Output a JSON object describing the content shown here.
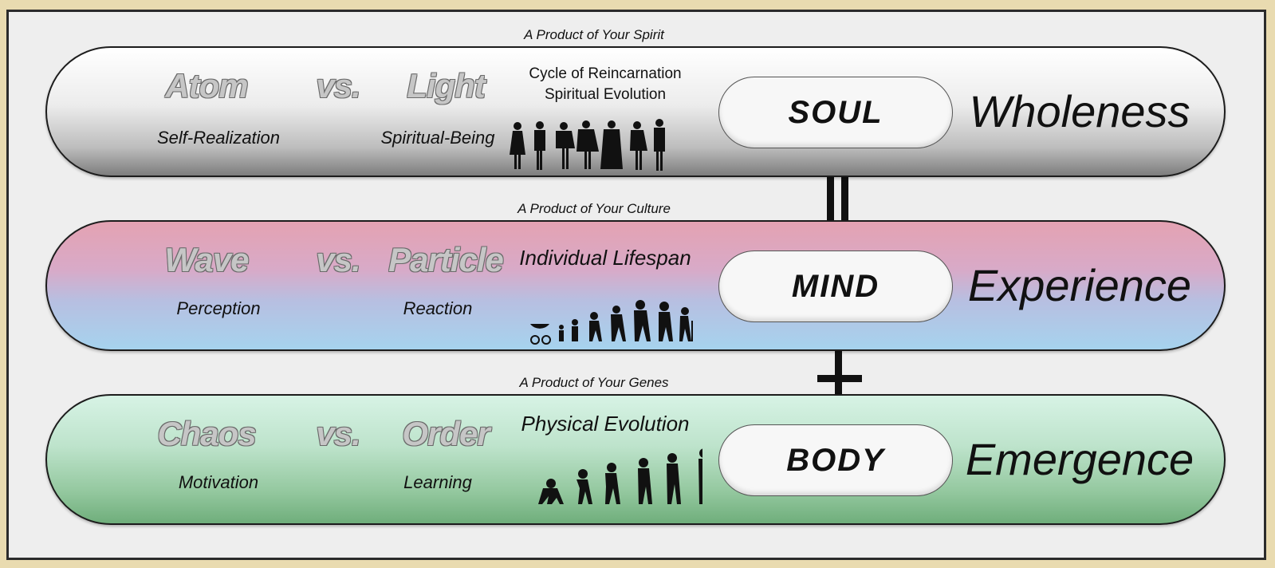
{
  "captions": {
    "soul": "A Product of Your Spirit",
    "mind": "A Product of Your Culture",
    "body": "A Product of Your Genes"
  },
  "bands": [
    {
      "left": "Atom",
      "vs": "vs.",
      "right": "Light",
      "sub_left": "Self-Realization",
      "sub_right": "Spiritual-Being",
      "cycle_line1": "Cycle of Reincarnation",
      "cycle_line2": "Spiritual Evolution",
      "pill": "SOUL",
      "word": "Wholeness"
    },
    {
      "left": "Wave",
      "vs": "vs.",
      "right": "Particle",
      "sub_left": "Perception",
      "sub_right": "Reaction",
      "cycle": "Individual Lifespan",
      "pill": "MIND",
      "word": "Experience"
    },
    {
      "left": "Chaos",
      "vs": "vs.",
      "right": "Order",
      "sub_left": "Motivation",
      "sub_right": "Learning",
      "cycle": "Physical Evolution",
      "pill": "BODY",
      "word": "Emergence"
    }
  ],
  "colors": {
    "background": "#e9dbb0",
    "panel": "#eeeeee",
    "soul_band": "#bdbdbd",
    "mind_band_top": "#e4a2b2",
    "mind_band_bottom": "#a6d3ee",
    "body_band": "#94c89f"
  },
  "icons": [
    "costume-history-silhouettes-icon",
    "human-lifespan-silhouettes-icon",
    "human-evolution-silhouettes-icon"
  ],
  "connectors": [
    "equals-icon",
    "plus-icon"
  ]
}
